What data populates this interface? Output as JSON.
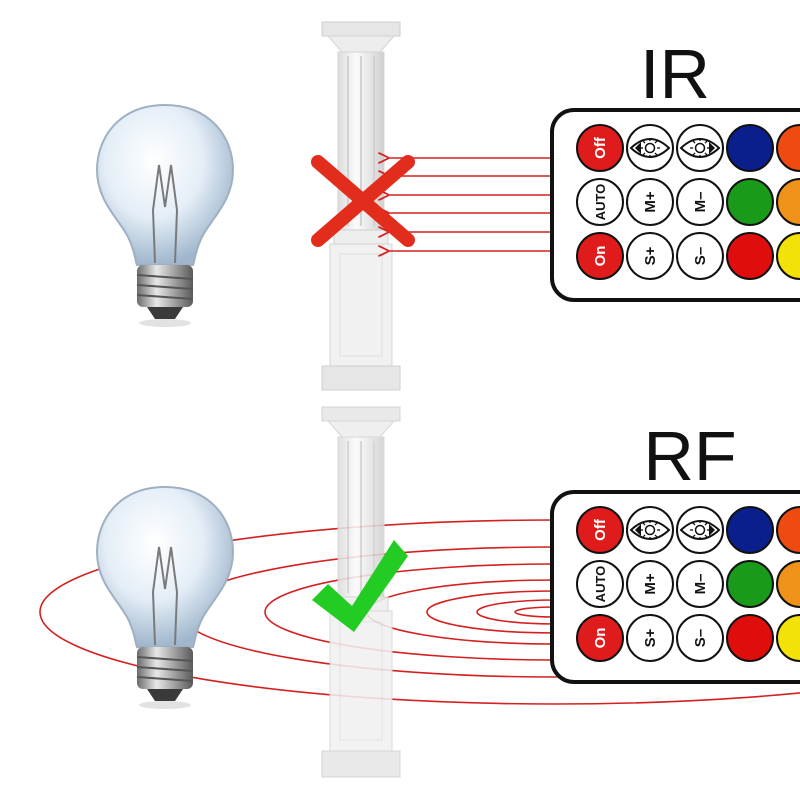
{
  "panels": [
    {
      "id": "ir",
      "title": "IR",
      "blocked": true,
      "result_icon": "x-mark-icon",
      "signal": "straight-beams"
    },
    {
      "id": "rf",
      "title": "RF",
      "blocked": false,
      "result_icon": "check-mark-icon",
      "signal": "concentric-waves"
    }
  ],
  "remote": {
    "rows": [
      [
        {
          "label": "Off",
          "kind": "text",
          "color": "#e01b1b",
          "text_color": "#ffffff"
        },
        {
          "icon": "brightness-up-icon",
          "kind": "icon",
          "color": "#ffffff"
        },
        {
          "icon": "brightness-down-icon",
          "kind": "icon",
          "color": "#ffffff"
        },
        {
          "kind": "swatch",
          "color": "#0a1e8c"
        },
        {
          "kind": "swatch",
          "color": "#ef4a10"
        }
      ],
      [
        {
          "label": "AUTO",
          "kind": "text",
          "color": "#ffffff",
          "text_color": "#111111"
        },
        {
          "label": "M+",
          "kind": "text",
          "color": "#ffffff",
          "text_color": "#111111"
        },
        {
          "label": "M–",
          "kind": "text",
          "color": "#ffffff",
          "text_color": "#111111"
        },
        {
          "kind": "swatch",
          "color": "#1a9a1a"
        },
        {
          "kind": "swatch",
          "color": "#f0921a"
        }
      ],
      [
        {
          "label": "On",
          "kind": "text",
          "color": "#e01b1b",
          "text_color": "#ffffff"
        },
        {
          "label": "S+",
          "kind": "text",
          "color": "#ffffff",
          "text_color": "#111111"
        },
        {
          "label": "S–",
          "kind": "text",
          "color": "#ffffff",
          "text_color": "#111111"
        },
        {
          "kind": "swatch",
          "color": "#e00d0d"
        },
        {
          "kind": "swatch",
          "color": "#f2e20a"
        }
      ]
    ]
  },
  "colors": {
    "signal": "#d42020",
    "x_mark": "#e22d1c",
    "check_mark": "#22cc22",
    "pillar": "#f2f2f2",
    "pillar_shade": "#d6d6d6"
  }
}
